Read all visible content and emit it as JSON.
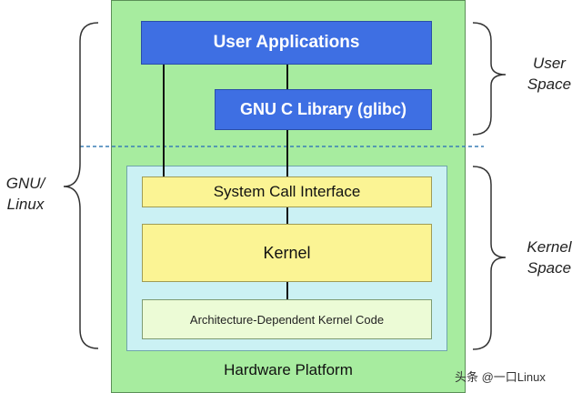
{
  "diagram": {
    "layers": {
      "user_applications": "User Applications",
      "glibc": "GNU C Library (glibc)",
      "system_call_interface": "System Call Interface",
      "kernel": "Kernel",
      "arch_code": "Architecture-Dependent Kernel Code",
      "hardware": "Hardware Platform"
    },
    "side_labels": {
      "gnu_linux": [
        "GNU/",
        "Linux"
      ],
      "user_space": [
        "User",
        "Space"
      ],
      "kernel_space": [
        "Kernel",
        "Space"
      ]
    },
    "watermark": "头条 @一口Linux"
  },
  "colors": {
    "user_layer": "#3e6fe3",
    "kernel_layer": "#fbf494",
    "kernel_space_bg": "#cbf1f4",
    "hardware_bg": "#a7ec9f",
    "divider": "#3a7fb5"
  }
}
